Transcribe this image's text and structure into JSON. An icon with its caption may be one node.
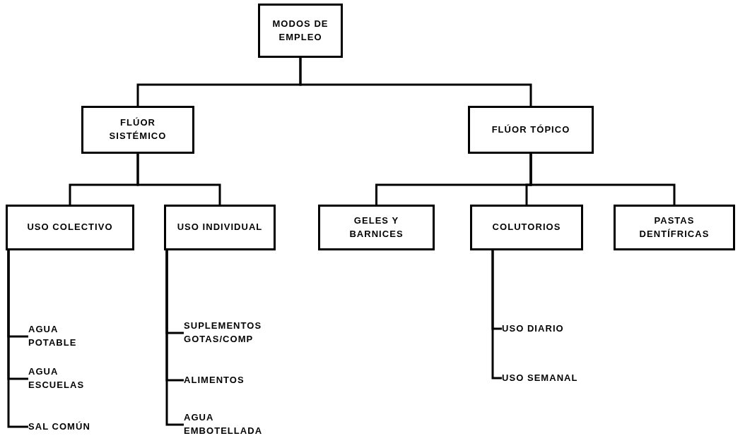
{
  "diagram": {
    "nodes": [
      {
        "text": [
          "MODOS DE EMPLEO"
        ]
      },
      {
        "text": [
          "FLÚOR SISTÉMICO"
        ]
      },
      {
        "text": [
          "FLÚOR TÓPICO"
        ]
      },
      {
        "text": [
          "USO COLECTIVO"
        ]
      },
      {
        "text": [
          "USO INDIVIDUAL"
        ]
      },
      {
        "text": [
          "GELES Y BARNICES"
        ]
      },
      {
        "text": [
          "COLUTORIOS"
        ]
      },
      {
        "text": [
          "PASTAS DENTÍFRICAS"
        ]
      },
      {
        "text": [
          "AGUA POTABLE"
        ]
      },
      {
        "text": [
          "AGUA ESCUELAS"
        ]
      },
      {
        "text": [
          "SAL COMÚN"
        ]
      },
      {
        "text": [
          "SUPLEMENTOS GOTAS/COMP"
        ]
      },
      {
        "text": [
          "ALIMENTOS"
        ]
      },
      {
        "text": [
          "AGUA EMBOTELLADA"
        ]
      },
      {
        "text": [
          "USO DIARIO"
        ]
      },
      {
        "text": [
          "USO SEMANAL"
        ]
      }
    ],
    "edges": [
      {
        "from": 0,
        "to": 1,
        "arrow": "none"
      },
      {
        "from": 0,
        "to": 2,
        "arrow": "none"
      },
      {
        "from": 1,
        "to": 3,
        "arrow": "none"
      },
      {
        "from": 1,
        "to": 4,
        "arrow": "none"
      },
      {
        "from": 2,
        "to": 5,
        "arrow": "none"
      },
      {
        "from": 2,
        "to": 6,
        "arrow": "none"
      },
      {
        "from": 2,
        "to": 7,
        "arrow": "none"
      },
      {
        "from": 3,
        "to": 8,
        "arrow": "none"
      },
      {
        "from": 3,
        "to": 9,
        "arrow": "none"
      },
      {
        "from": 3,
        "to": 10,
        "arrow": "none"
      },
      {
        "from": 4,
        "to": 11,
        "arrow": "none"
      },
      {
        "from": 4,
        "to": 12,
        "arrow": "none"
      },
      {
        "from": 4,
        "to": 13,
        "arrow": "none"
      },
      {
        "from": 6,
        "to": 14,
        "arrow": "none"
      },
      {
        "from": 6,
        "to": 15,
        "arrow": "none"
      }
    ]
  }
}
